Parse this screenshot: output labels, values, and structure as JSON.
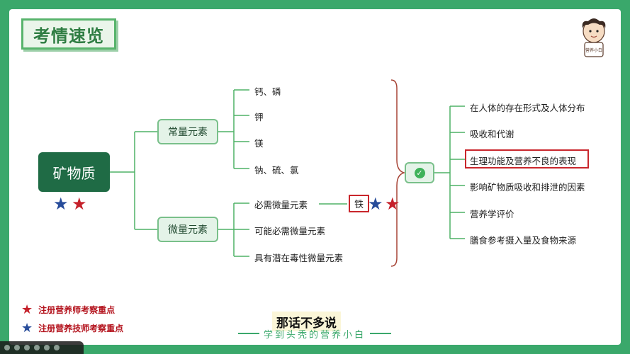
{
  "title": "考情速览",
  "avatar": {
    "caption": "营养小白"
  },
  "root": "矿物质",
  "branches": [
    {
      "label": "常量元素",
      "leaves": [
        "钙、磷",
        "钾",
        "镁",
        "钠、硫、氯"
      ]
    },
    {
      "label": "微量元素",
      "leaves": [
        "必需微量元素",
        "可能必需微量元素",
        "具有潜在毒性微量元素"
      ]
    }
  ],
  "iron": "铁",
  "topics": [
    "在人体的存在形式及人体分布",
    "吸收和代谢",
    "生理功能及营养不良的表现",
    "影响矿物质吸收和排泄的因素",
    "营养学评价",
    "膳食参考摄入量及食物来源"
  ],
  "highlighted_topic_index": 2,
  "legend": [
    {
      "icon": "red-star-icon",
      "label": "注册营养师考察重点",
      "color": "#c5202a"
    },
    {
      "icon": "blue-star-icon",
      "label": "注册营养技师考察重点",
      "color": "#274c9a"
    }
  ],
  "subtitle": "那话不多说",
  "footer": "学到头秃的营养小白",
  "colors": {
    "background": "#3aa86b",
    "root": "#1f6b45",
    "node_fill": "#e4f3e8",
    "node_border": "#79c08a",
    "highlight": "#c9262c"
  }
}
